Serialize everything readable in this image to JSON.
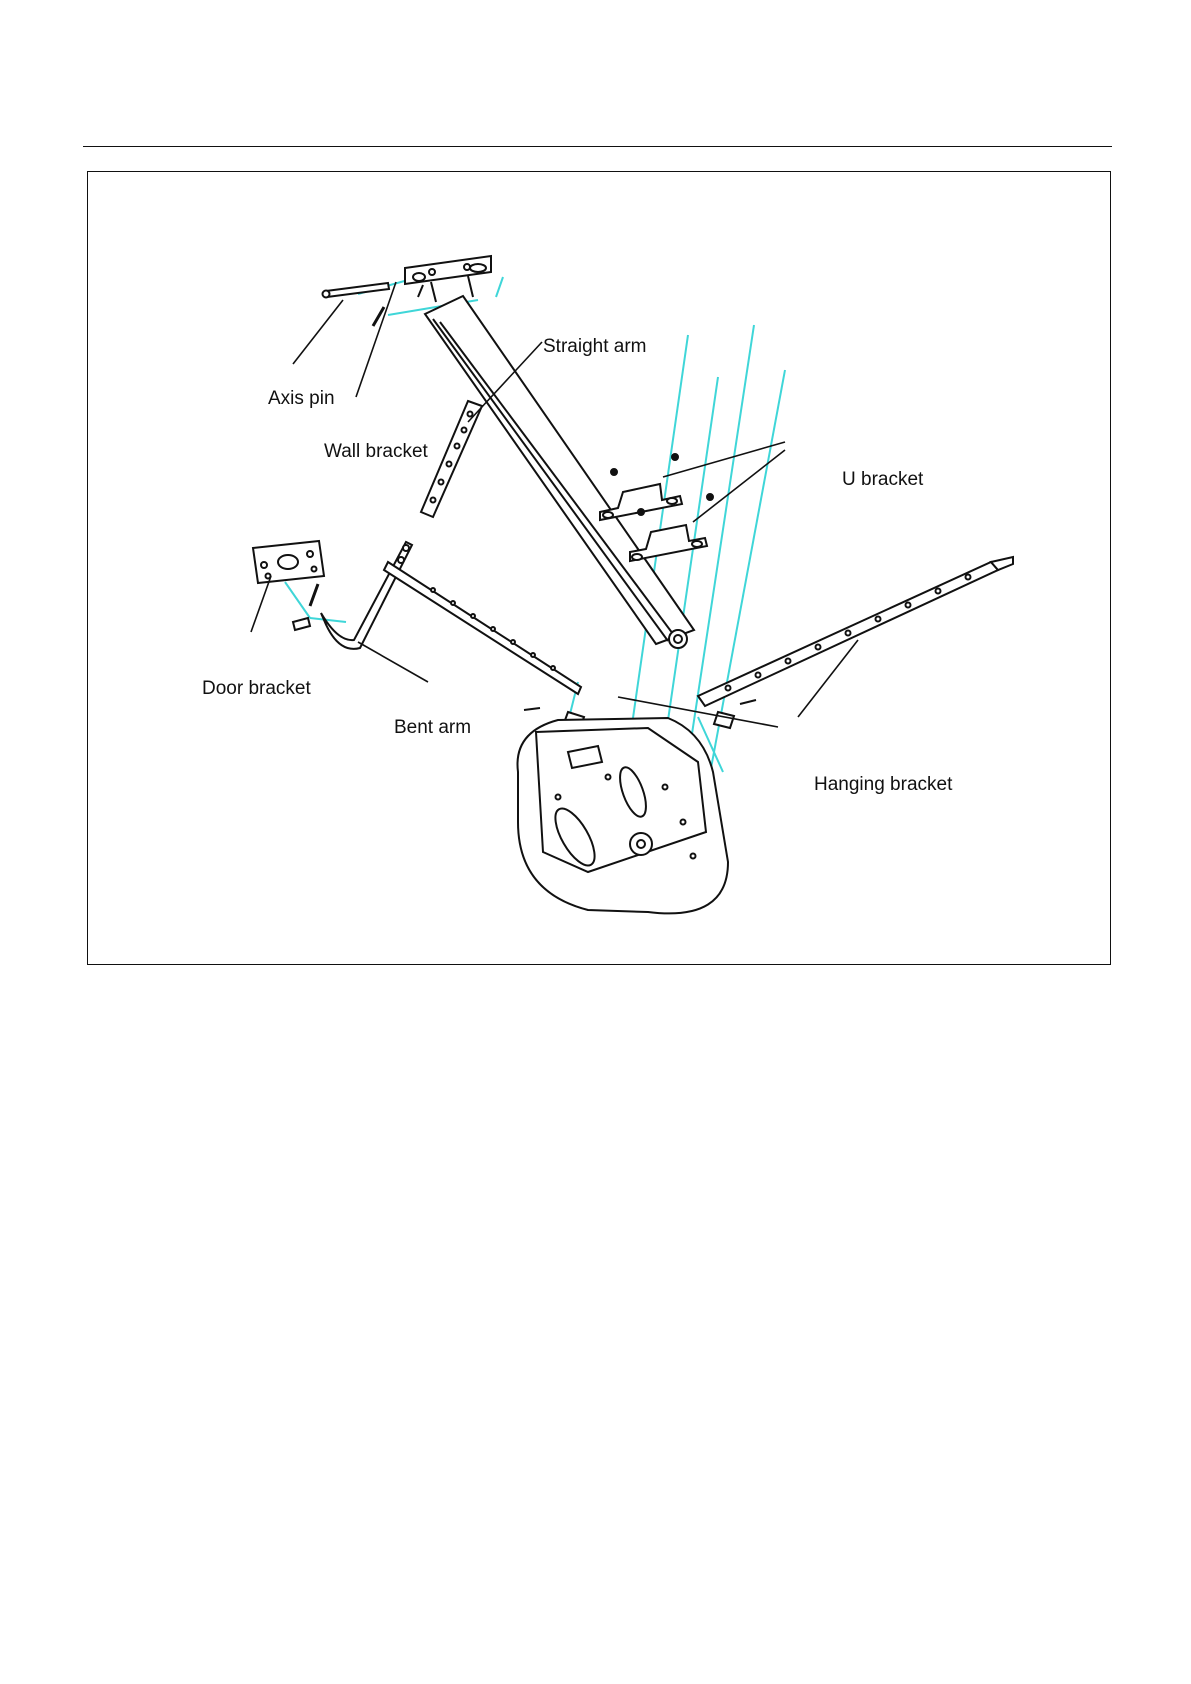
{
  "diagram": {
    "labels": {
      "axis_pin": "Axis pin",
      "wall_bracket": "Wall bracket",
      "straight_arm": "Straight arm",
      "u_bracket": "U bracket",
      "door_bracket": "Door bracket",
      "bent_arm": "Bent arm",
      "hanging_bracket": "Hanging bracket"
    },
    "colors": {
      "line": "#111111",
      "guide": "#3fd6d8",
      "paper": "#ffffff"
    }
  }
}
